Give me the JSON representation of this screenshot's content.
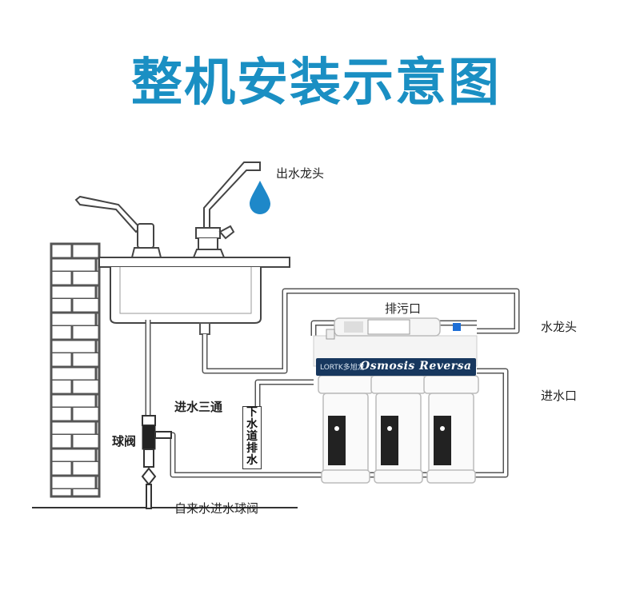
{
  "title": "整机安装示意图",
  "labels": {
    "faucet_outlet": "出水龙头",
    "drain_outlet": "排污口",
    "water_tap": "水龙头",
    "water_inlet": "进水口",
    "inlet_tee": "进水三通",
    "ball_valve": "球阀",
    "tap_water_ball_valve": "自来水进水球阀",
    "sewer_drain_chars": [
      "下",
      "水",
      "道",
      "排",
      "水"
    ]
  },
  "product": {
    "brand_logo": "LORTK多旭龙",
    "model_text": "Osmosis Reversa"
  },
  "colors": {
    "title": "#1a8fc3",
    "water_drop": "#1e88c9",
    "brand_band": "#17375e"
  }
}
